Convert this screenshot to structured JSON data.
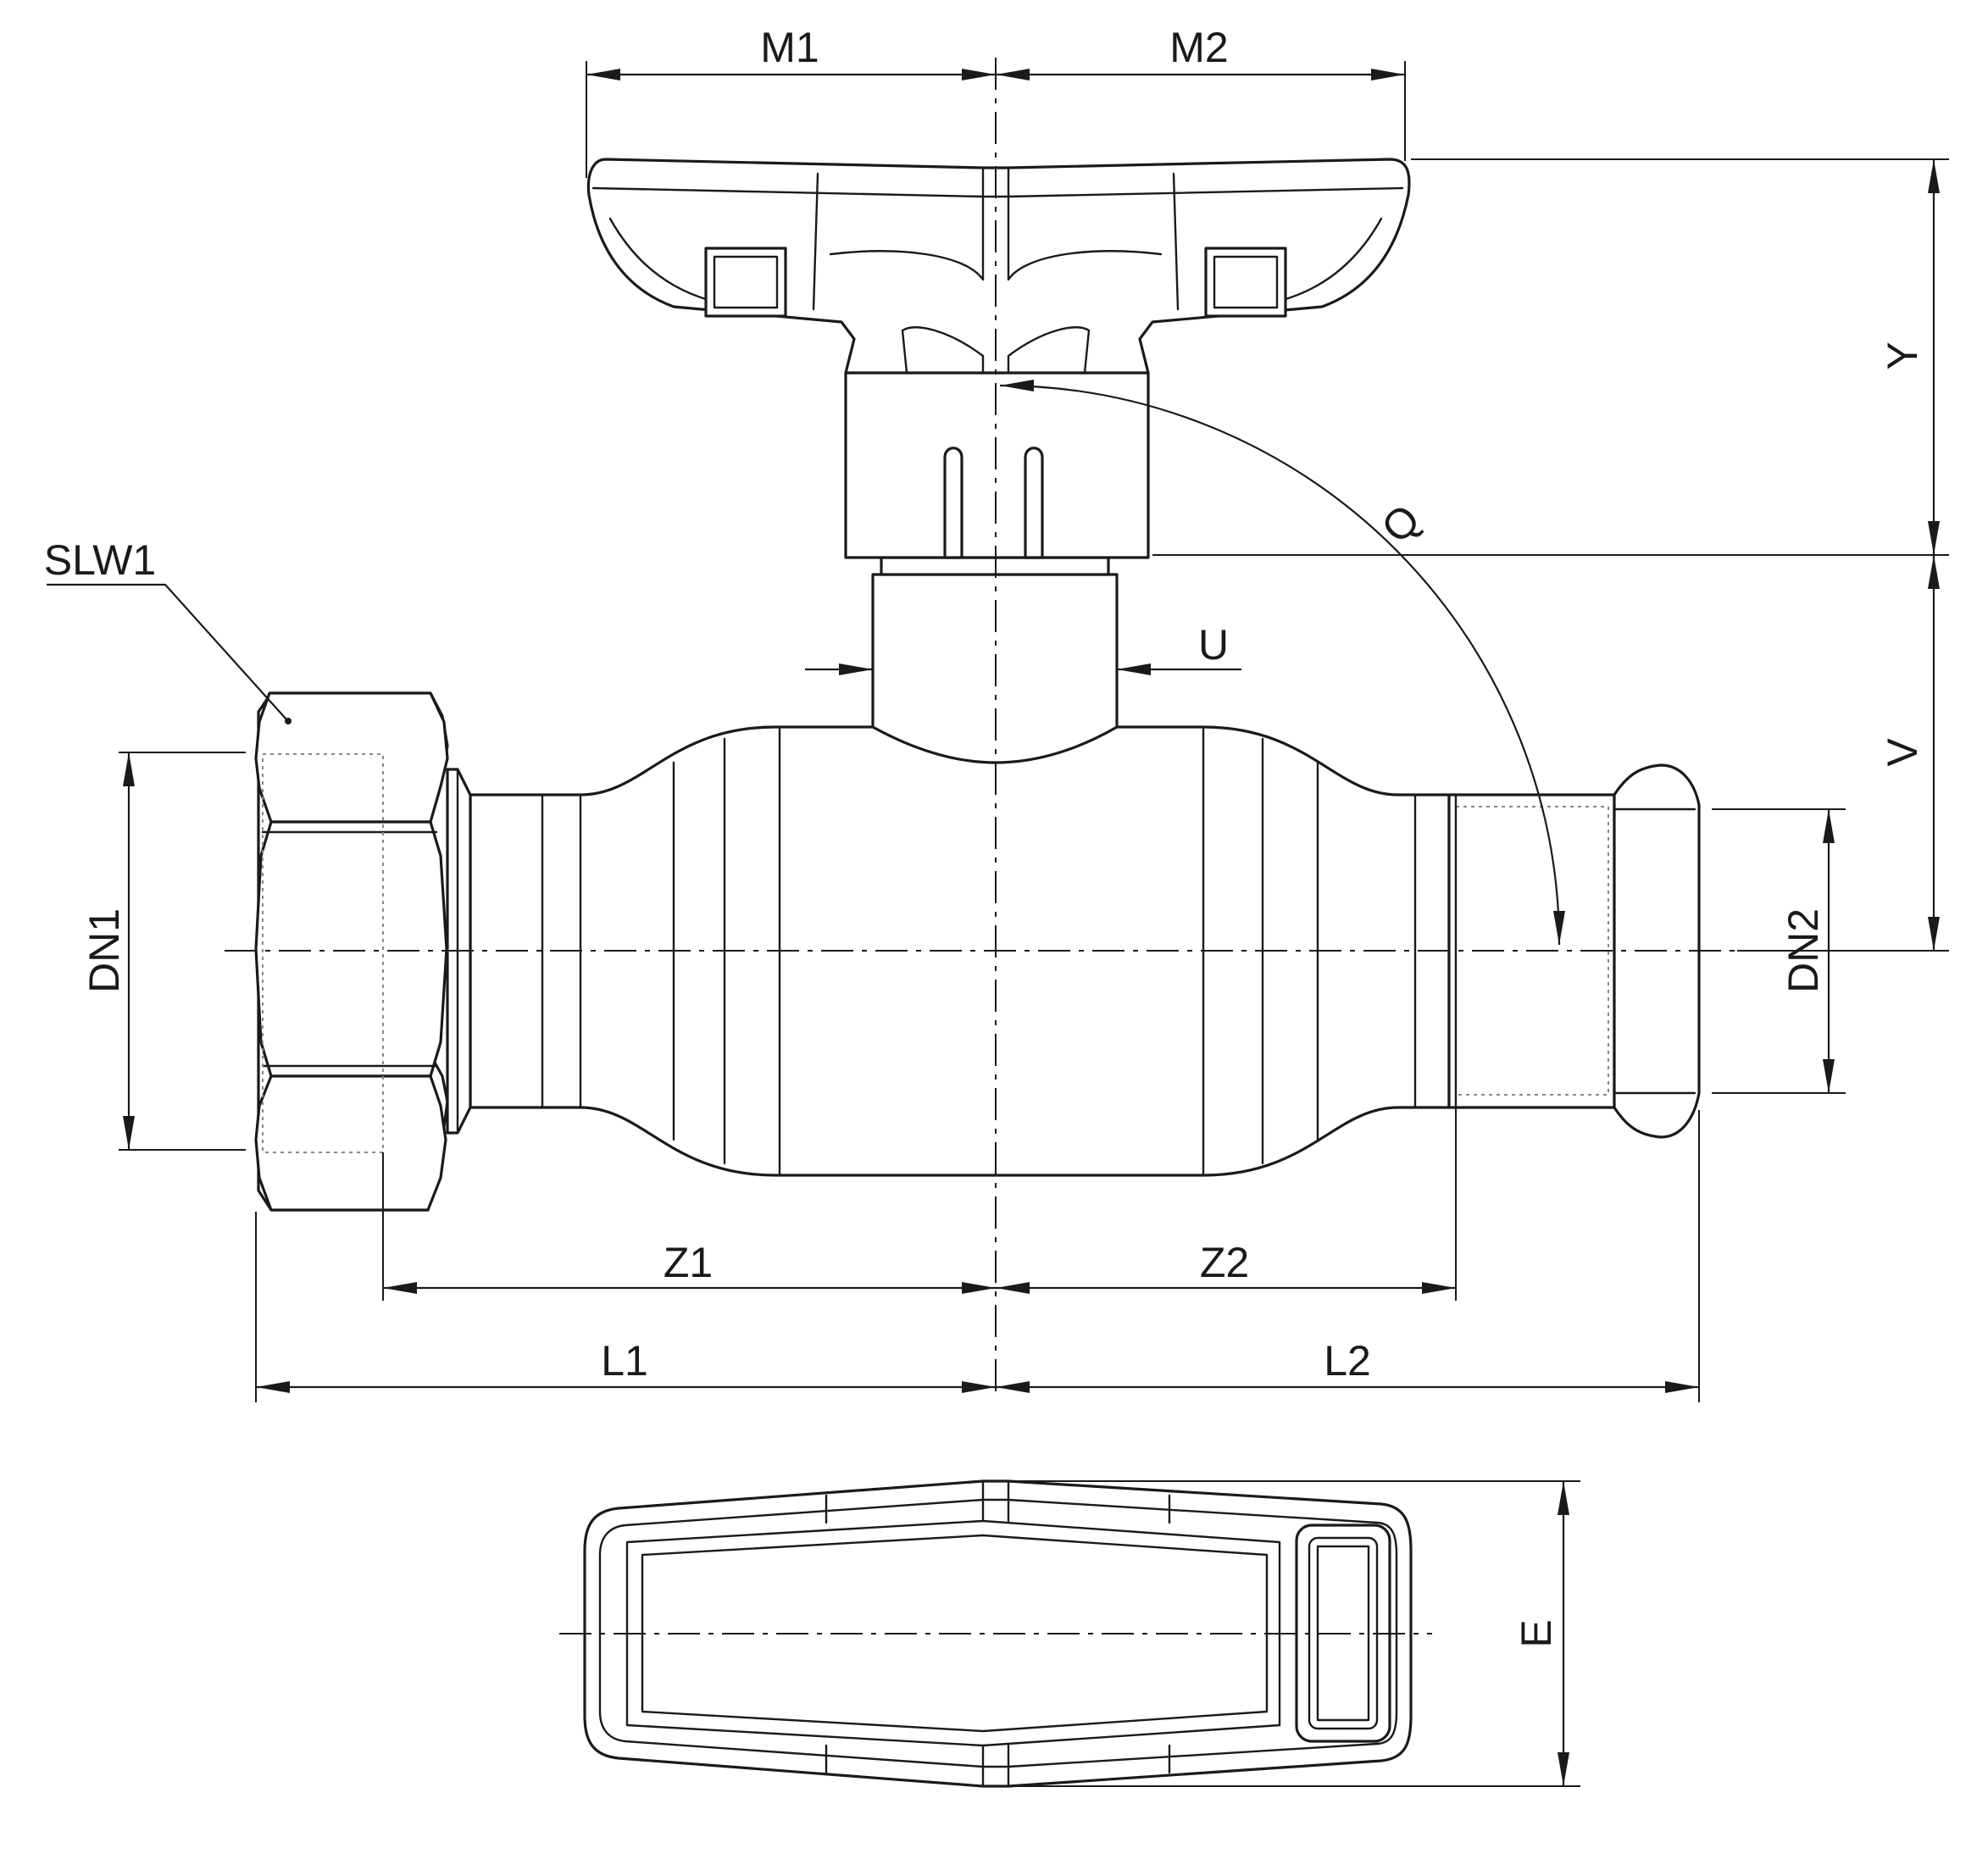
{
  "labels": {
    "m1": "M1",
    "m2": "M2",
    "y": "Y",
    "v": "V",
    "u": "U",
    "q": "Q",
    "slw1": "SLW1",
    "dn1": "DN1",
    "dn2": "DN2",
    "z1": "Z1",
    "z2": "Z2",
    "l1": "L1",
    "l2": "L2",
    "e": "E"
  }
}
